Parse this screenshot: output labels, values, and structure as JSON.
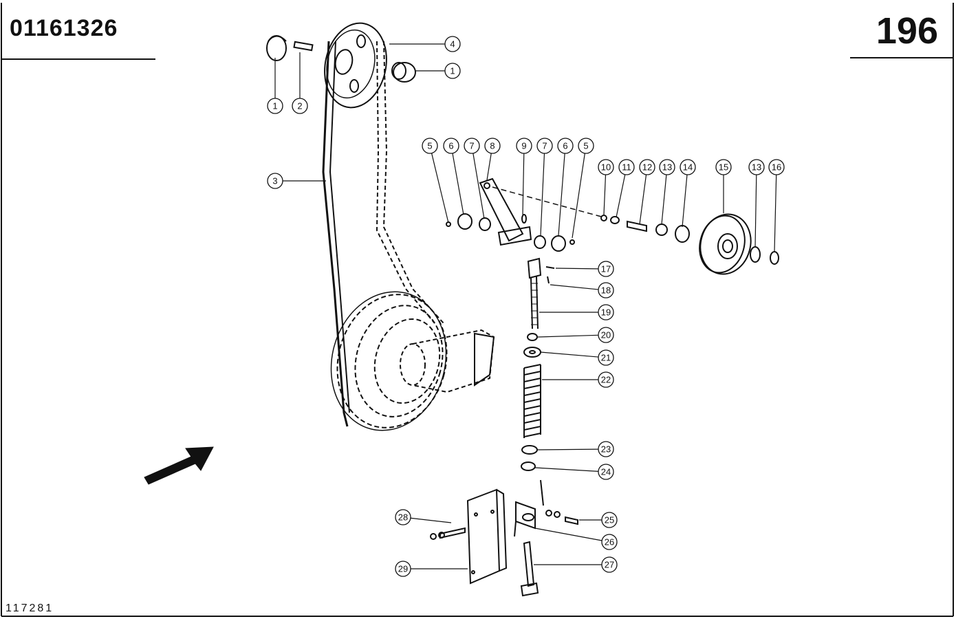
{
  "header": {
    "doc_code": "01161326",
    "page_number": "196"
  },
  "footer": {
    "drawing_number": "117281"
  },
  "callouts": [
    {
      "label": "1"
    },
    {
      "label": "2"
    },
    {
      "label": "1"
    },
    {
      "label": "4"
    },
    {
      "label": "3"
    },
    {
      "label": "5"
    },
    {
      "label": "6"
    },
    {
      "label": "7"
    },
    {
      "label": "8"
    },
    {
      "label": "9"
    },
    {
      "label": "7"
    },
    {
      "label": "6"
    },
    {
      "label": "5"
    },
    {
      "label": "10"
    },
    {
      "label": "11"
    },
    {
      "label": "12"
    },
    {
      "label": "13"
    },
    {
      "label": "14"
    },
    {
      "label": "15"
    },
    {
      "label": "13"
    },
    {
      "label": "16"
    },
    {
      "label": "17"
    },
    {
      "label": "18"
    },
    {
      "label": "19"
    },
    {
      "label": "20"
    },
    {
      "label": "21"
    },
    {
      "label": "22"
    },
    {
      "label": "23"
    },
    {
      "label": "24"
    },
    {
      "label": "25"
    },
    {
      "label": "26"
    },
    {
      "label": "27"
    },
    {
      "label": "28"
    },
    {
      "label": "29"
    }
  ],
  "colors": {
    "ink": "#111111",
    "paper": "#ffffff"
  }
}
